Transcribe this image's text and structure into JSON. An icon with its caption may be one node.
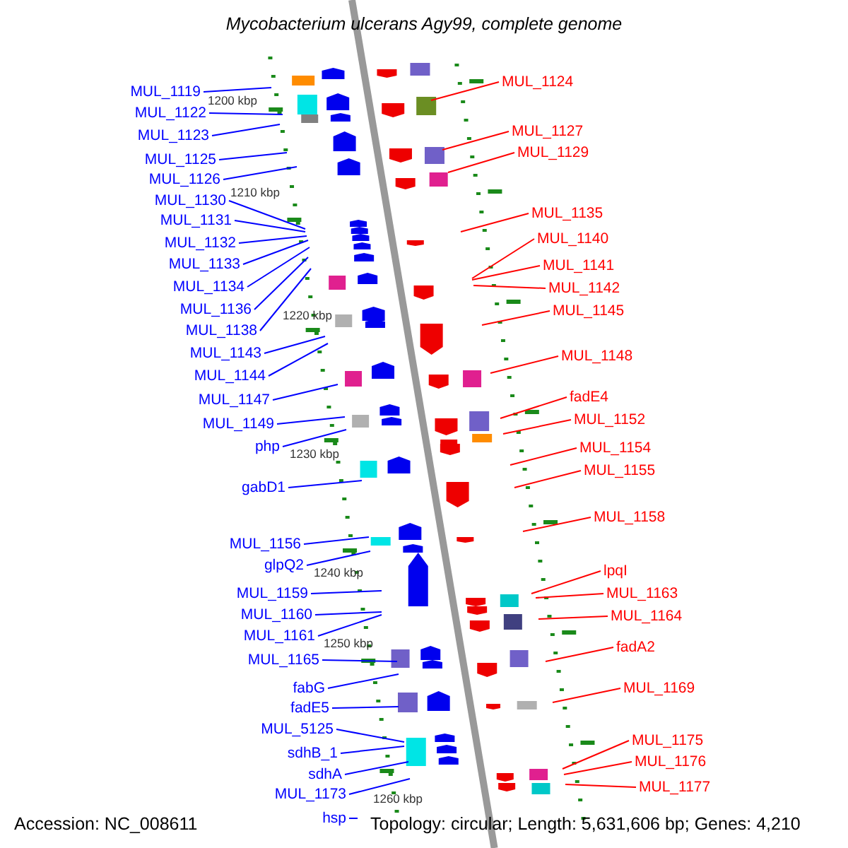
{
  "diagram": {
    "title": "Mycobacterium ulcerans Agy99, complete genome",
    "nodes": [
      {
        "text": [
          "MUL_1119"
        ]
      },
      {
        "text": [
          "MUL_1122"
        ]
      },
      {
        "text": [
          "MUL_1123"
        ]
      },
      {
        "text": [
          "MUL_1125"
        ]
      },
      {
        "text": [
          "MUL_1126"
        ]
      },
      {
        "text": [
          "MUL_1130"
        ]
      },
      {
        "text": [
          "MUL_1131"
        ]
      },
      {
        "text": [
          "MUL_1132"
        ]
      },
      {
        "text": [
          "MUL_1133"
        ]
      },
      {
        "text": [
          "MUL_1134"
        ]
      },
      {
        "text": [
          "MUL_1136"
        ]
      },
      {
        "text": [
          "MUL_1138"
        ]
      },
      {
        "text": [
          "MUL_1143"
        ]
      },
      {
        "text": [
          "MUL_1144"
        ]
      },
      {
        "text": [
          "MUL_1147"
        ]
      },
      {
        "text": [
          "MUL_1149"
        ]
      },
      {
        "text": [
          "php"
        ]
      },
      {
        "text": [
          "gabD1"
        ]
      },
      {
        "text": [
          "MUL_1156"
        ]
      },
      {
        "text": [
          "glpQ2"
        ]
      },
      {
        "text": [
          "MUL_1159"
        ]
      },
      {
        "text": [
          "MUL_1160"
        ]
      },
      {
        "text": [
          "MUL_1161"
        ]
      },
      {
        "text": [
          "MUL_1165"
        ]
      },
      {
        "text": [
          "fabG"
        ]
      },
      {
        "text": [
          "fadE5"
        ]
      },
      {
        "text": [
          "MUL_5125"
        ]
      },
      {
        "text": [
          "sdhB_1"
        ]
      },
      {
        "text": [
          "sdhA"
        ]
      },
      {
        "text": [
          "MUL_1173"
        ]
      },
      {
        "text": [
          "hsp"
        ]
      },
      {
        "text": [
          "MUL_1124"
        ]
      },
      {
        "text": [
          "MUL_1127"
        ]
      },
      {
        "text": [
          "MUL_1129"
        ]
      },
      {
        "text": [
          "MUL_1135"
        ]
      },
      {
        "text": [
          "MUL_1140"
        ]
      },
      {
        "text": [
          "MUL_1141"
        ]
      },
      {
        "text": [
          "MUL_1142"
        ]
      },
      {
        "text": [
          "MUL_1145"
        ]
      },
      {
        "text": [
          "MUL_1148"
        ]
      },
      {
        "text": [
          "fadE4"
        ]
      },
      {
        "text": [
          "MUL_1152"
        ]
      },
      {
        "text": [
          "MUL_1154"
        ]
      },
      {
        "text": [
          "MUL_1155"
        ]
      },
      {
        "text": [
          "MUL_1158"
        ]
      },
      {
        "text": [
          "lpqI"
        ]
      },
      {
        "text": [
          "MUL_1163"
        ]
      },
      {
        "text": [
          "MUL_1164"
        ]
      },
      {
        "text": [
          "fadA2"
        ]
      },
      {
        "text": [
          "MUL_1169"
        ]
      },
      {
        "text": [
          "MUL_1175"
        ]
      },
      {
        "text": [
          "MUL_1176"
        ]
      },
      {
        "text": [
          "MUL_1177"
        ]
      }
    ],
    "edges": [
      {
        "from": 0,
        "to": null,
        "arrow": "none"
      },
      {
        "from": 1,
        "to": null,
        "arrow": "none"
      },
      {
        "from": 2,
        "to": null,
        "arrow": "none"
      },
      {
        "from": 3,
        "to": null,
        "arrow": "none"
      },
      {
        "from": 4,
        "to": null,
        "arrow": "none"
      },
      {
        "from": 5,
        "to": null,
        "arrow": "none"
      },
      {
        "from": 6,
        "to": null,
        "arrow": "none"
      },
      {
        "from": 7,
        "to": null,
        "arrow": "none"
      },
      {
        "from": 8,
        "to": null,
        "arrow": "none"
      },
      {
        "from": 9,
        "to": null,
        "arrow": "none"
      },
      {
        "from": 10,
        "to": null,
        "arrow": "none"
      },
      {
        "from": 11,
        "to": null,
        "arrow": "none"
      },
      {
        "from": 12,
        "to": null,
        "arrow": "none"
      },
      {
        "from": 13,
        "to": null,
        "arrow": "none"
      },
      {
        "from": 14,
        "to": null,
        "arrow": "none"
      },
      {
        "from": 15,
        "to": null,
        "arrow": "none"
      },
      {
        "from": 16,
        "to": null,
        "arrow": "none"
      },
      {
        "from": 17,
        "to": null,
        "arrow": "none"
      },
      {
        "from": 18,
        "to": null,
        "arrow": "none"
      },
      {
        "from": 19,
        "to": null,
        "arrow": "none"
      },
      {
        "from": 20,
        "to": null,
        "arrow": "none"
      },
      {
        "from": 21,
        "to": null,
        "arrow": "none"
      },
      {
        "from": 22,
        "to": null,
        "arrow": "none"
      },
      {
        "from": 23,
        "to": null,
        "arrow": "none"
      },
      {
        "from": 24,
        "to": null,
        "arrow": "none"
      },
      {
        "from": 25,
        "to": null,
        "arrow": "none"
      },
      {
        "from": 26,
        "to": null,
        "arrow": "none"
      },
      {
        "from": 27,
        "to": null,
        "arrow": "none"
      },
      {
        "from": 28,
        "to": null,
        "arrow": "none"
      },
      {
        "from": 29,
        "to": null,
        "arrow": "none"
      },
      {
        "from": 30,
        "to": null,
        "arrow": "none"
      },
      {
        "from": 31,
        "to": null,
        "arrow": "none",
        "color": "#ff0000"
      },
      {
        "from": 32,
        "to": null,
        "arrow": "none",
        "color": "#ff0000"
      },
      {
        "from": 33,
        "to": null,
        "arrow": "none",
        "color": "#ff0000"
      },
      {
        "from": 34,
        "to": null,
        "arrow": "none",
        "color": "#ff0000"
      },
      {
        "from": 35,
        "to": null,
        "arrow": "none",
        "color": "#ff0000"
      },
      {
        "from": 36,
        "to": null,
        "arrow": "none",
        "color": "#ff0000"
      },
      {
        "from": 37,
        "to": null,
        "arrow": "none",
        "color": "#ff0000"
      },
      {
        "from": 38,
        "to": null,
        "arrow": "none",
        "color": "#ff0000"
      },
      {
        "from": 39,
        "to": null,
        "arrow": "none",
        "color": "#ff0000"
      },
      {
        "from": 40,
        "to": null,
        "arrow": "none",
        "color": "#ff0000"
      },
      {
        "from": 41,
        "to": null,
        "arrow": "none",
        "color": "#ff0000"
      },
      {
        "from": 42,
        "to": null,
        "arrow": "none",
        "color": "#ff0000"
      },
      {
        "from": 43,
        "to": null,
        "arrow": "none",
        "color": "#ff0000"
      },
      {
        "from": 44,
        "to": null,
        "arrow": "none",
        "color": "#ff0000"
      },
      {
        "from": 45,
        "to": null,
        "arrow": "none",
        "color": "#ff0000"
      },
      {
        "from": 46,
        "to": null,
        "arrow": "none",
        "color": "#ff0000"
      },
      {
        "from": 47,
        "to": null,
        "arrow": "none",
        "color": "#ff0000"
      },
      {
        "from": 48,
        "to": null,
        "arrow": "none",
        "color": "#ff0000"
      },
      {
        "from": 49,
        "to": null,
        "arrow": "none",
        "color": "#ff0000"
      },
      {
        "from": 50,
        "to": null,
        "arrow": "none",
        "color": "#ff0000"
      },
      {
        "from": 51,
        "to": null,
        "arrow": "none",
        "color": "#ff0000"
      },
      {
        "from": 52,
        "to": null,
        "arrow": "none",
        "color": "#ff0000"
      }
    ],
    "labels": [
      "1200 kbp",
      "1210 kbp",
      "1220 kbp",
      "1230 kbp",
      "1240 kbp",
      "1250 kbp",
      "1260 kbp",
      "Accession: NC_008611",
      "Topology: circular; Length: 5,631,606 bp; Genes: 4,210"
    ]
  }
}
